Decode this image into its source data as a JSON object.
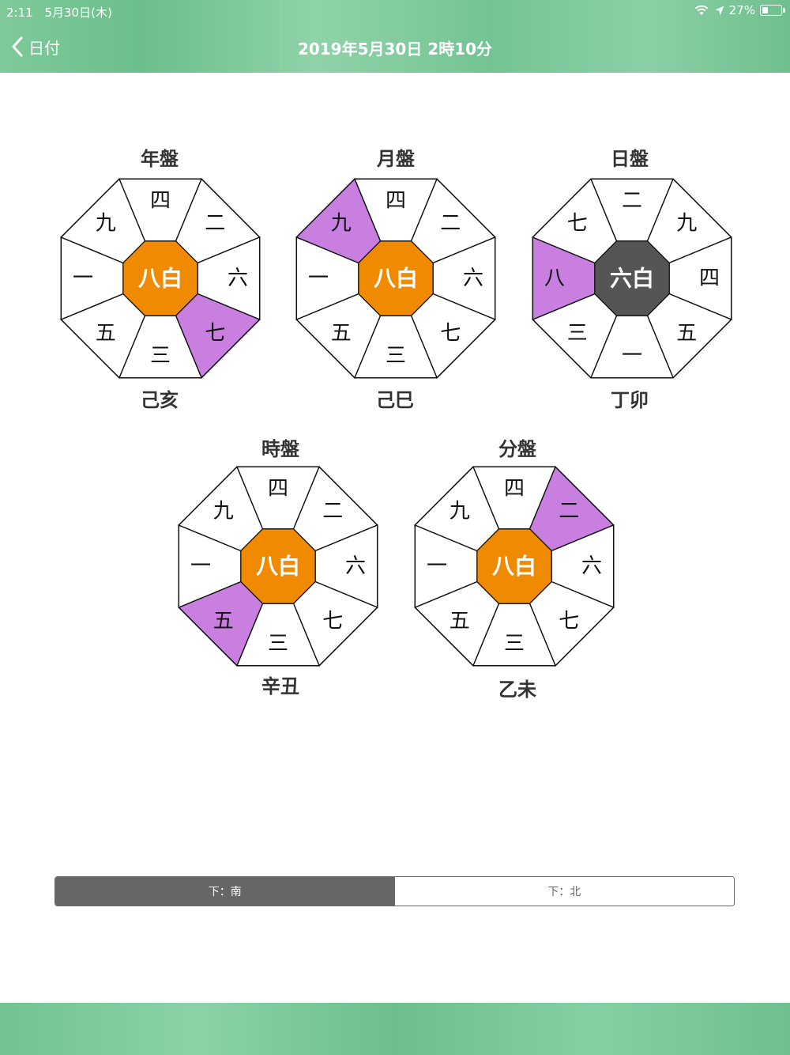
{
  "status_bar": {
    "time": "2:11",
    "date": "5月30日(木)",
    "battery": "27%"
  },
  "nav": {
    "back_label": "日付",
    "title": "2019年5月30日 2時10分"
  },
  "colors": {
    "center_orange": "#F08A00",
    "center_dark": "#555555",
    "highlight": "#C97FE0",
    "line": "#111111"
  },
  "boards": [
    {
      "title": "年盤",
      "ganzhi": "己亥",
      "center": "八白",
      "center_style": "orange",
      "cells": {
        "n": "四",
        "ne": "二",
        "e": "六",
        "se": "七",
        "s": "三",
        "sw": "五",
        "w": "一",
        "nw": "九"
      },
      "highlight": "se"
    },
    {
      "title": "月盤",
      "ganzhi": "己巳",
      "center": "八白",
      "center_style": "orange",
      "cells": {
        "n": "四",
        "ne": "二",
        "e": "六",
        "se": "七",
        "s": "三",
        "sw": "五",
        "w": "一",
        "nw": "九"
      },
      "highlight": "nw"
    },
    {
      "title": "日盤",
      "ganzhi": "丁卯",
      "center": "六白",
      "center_style": "dark",
      "cells": {
        "n": "二",
        "ne": "九",
        "e": "四",
        "se": "五",
        "s": "一",
        "sw": "三",
        "w": "八",
        "nw": "七"
      },
      "highlight": "w"
    },
    {
      "title": "時盤",
      "ganzhi": "辛丑",
      "center": "八白",
      "center_style": "orange",
      "cells": {
        "n": "四",
        "ne": "二",
        "e": "六",
        "se": "七",
        "s": "三",
        "sw": "五",
        "w": "一",
        "nw": "九"
      },
      "highlight": "sw"
    },
    {
      "title": "分盤",
      "ganzhi": "乙未",
      "center": "八白",
      "center_style": "orange",
      "cells": {
        "n": "四",
        "ne": "二",
        "e": "六",
        "se": "七",
        "s": "三",
        "sw": "五",
        "w": "一",
        "nw": "九"
      },
      "highlight": "ne"
    }
  ],
  "orientation": {
    "options": [
      "下：南",
      "下：北"
    ],
    "selected": "下：南"
  }
}
